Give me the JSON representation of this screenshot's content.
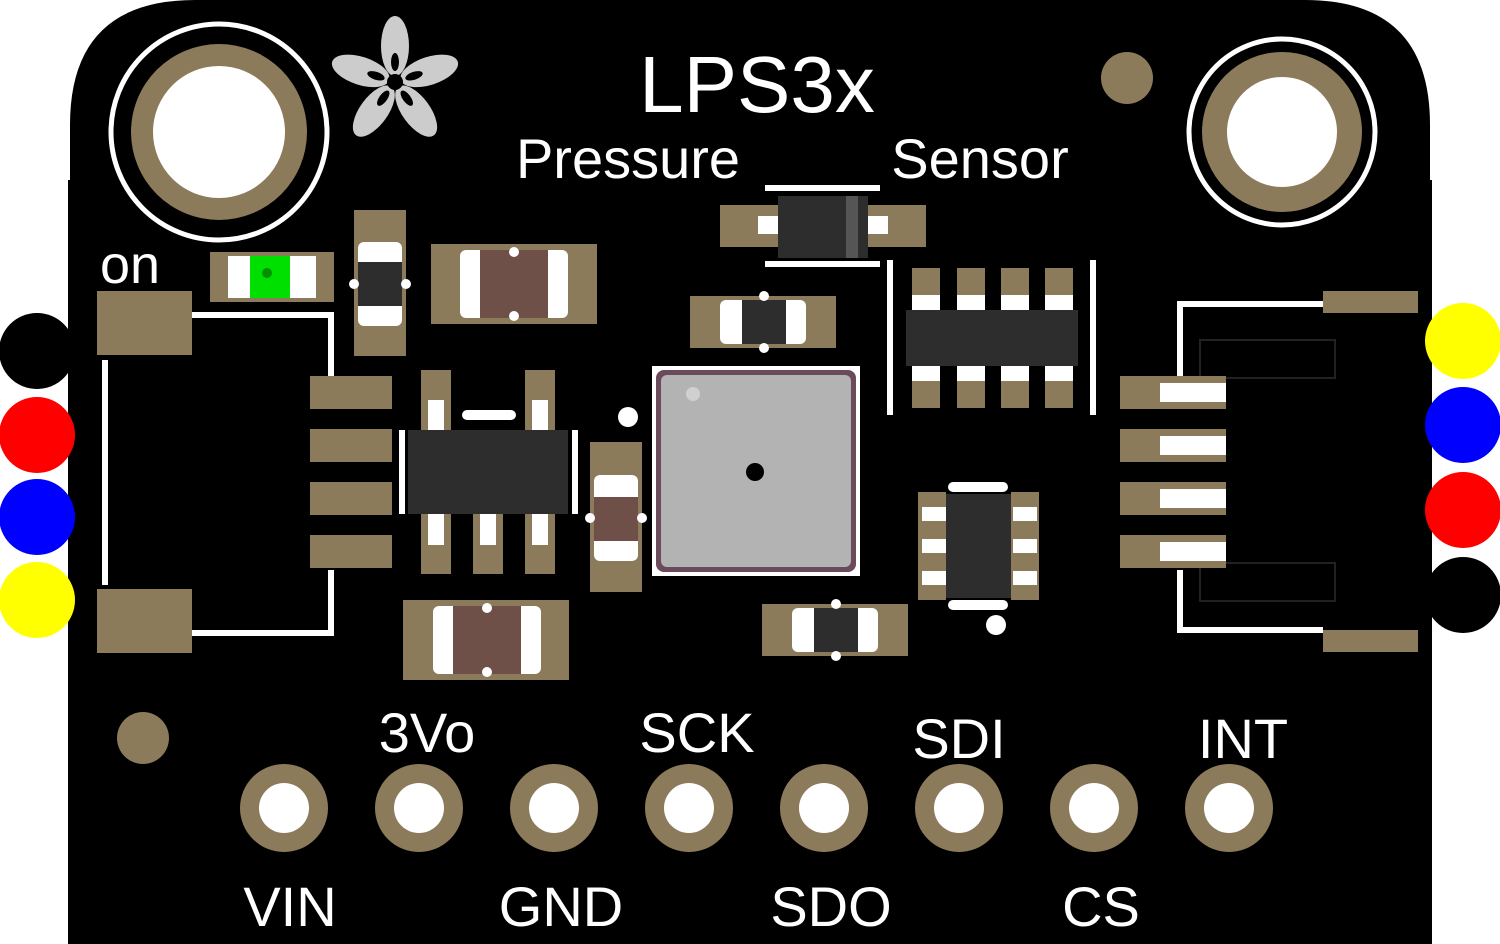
{
  "board": {
    "title": "LPS3x",
    "subtitle_left": "Pressure",
    "subtitle_right": "Sensor",
    "led_label": "on",
    "colors": {
      "pcb": "#000000",
      "copper": "#8c7b5b",
      "silkscreen": "#ffffff",
      "chip": "#2d2d2d",
      "resistor_body": "#6e5048",
      "sensor_body": "#b3b3b3",
      "sensor_outline": "#6b4a5c",
      "led": "#00e000"
    }
  },
  "pins": {
    "top_labels": [
      "3Vo",
      "SCK",
      "SDI",
      "INT"
    ],
    "bottom_labels": [
      "VIN",
      "GND",
      "SDO",
      "CS"
    ]
  },
  "connectors": {
    "left": {
      "wire_colors": [
        "#000000",
        "#ff0000",
        "#0000ff",
        "#ffff00"
      ],
      "wire_names": [
        "black-wire",
        "red-wire",
        "blue-wire",
        "yellow-wire"
      ]
    },
    "right": {
      "wire_colors": [
        "#ffff00",
        "#0000ff",
        "#ff0000",
        "#000000"
      ],
      "wire_names": [
        "yellow-wire",
        "blue-wire",
        "red-wire",
        "black-wire"
      ]
    }
  },
  "logo": {
    "icon": "adafruit-flower-logo"
  }
}
